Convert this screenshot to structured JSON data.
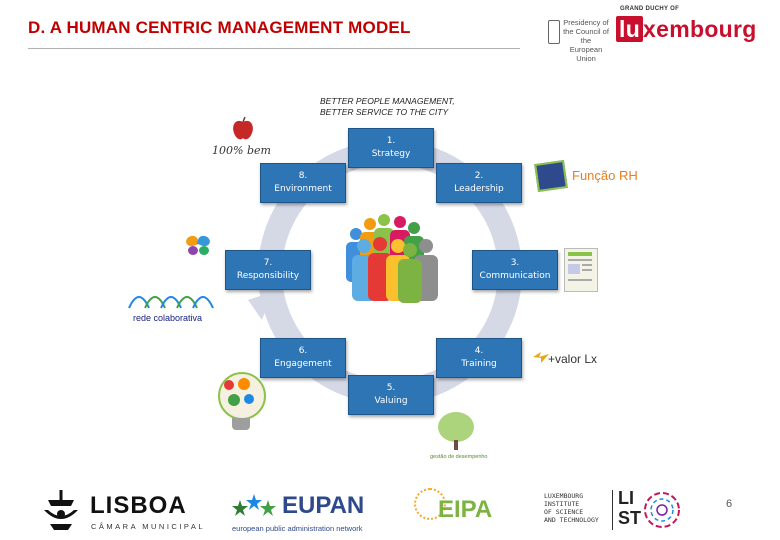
{
  "header": {
    "title": "D. A HUMAN CENTRIC MANAGEMENT MODEL",
    "presidency_lines": [
      "Presidency of",
      "the Council of the",
      "European Union"
    ],
    "lux_small": "GRAND DUCHY OF",
    "lux_box": "lu",
    "lux_rest": "xembourg"
  },
  "subtitle_lines": [
    "BETTER PEOPLE MANAGEMENT,",
    "BETTER SERVICE TO THE CITY"
  ],
  "diagram": {
    "steps": [
      {
        "num": "1.",
        "label": "Strategy"
      },
      {
        "num": "2.",
        "label": "Leadership"
      },
      {
        "num": "3.",
        "label": "Communication"
      },
      {
        "num": "4.",
        "label": "Training"
      },
      {
        "num": "5.",
        "label": "Valuing"
      },
      {
        "num": "6.",
        "label": "Engagement"
      },
      {
        "num": "7.",
        "label": "Responsibility"
      },
      {
        "num": "8.",
        "label": "Environment"
      }
    ],
    "box_color": "#2e75b6",
    "ring_color": "#d5d9e6"
  },
  "side_logos": {
    "bem": "100% bem",
    "funcao": "Função RH",
    "rede": "rede colaborativa",
    "valor": "+valor Lx",
    "gestao": "gestão de desempenho"
  },
  "footer": {
    "lisboa": "LISBOA",
    "lisboa_sub": "CÂMARA MUNICIPAL",
    "eupan": "EUPAN",
    "eupan_sub": "european public administration network",
    "eipa": "EIPA",
    "list_lines": [
      "LUXEMBOURG",
      "INSTITUTE",
      "OF SCIENCE",
      "AND TECHNOLOGY"
    ],
    "list_top": "LI",
    "list_bottom": "ST"
  },
  "page_number": "6"
}
